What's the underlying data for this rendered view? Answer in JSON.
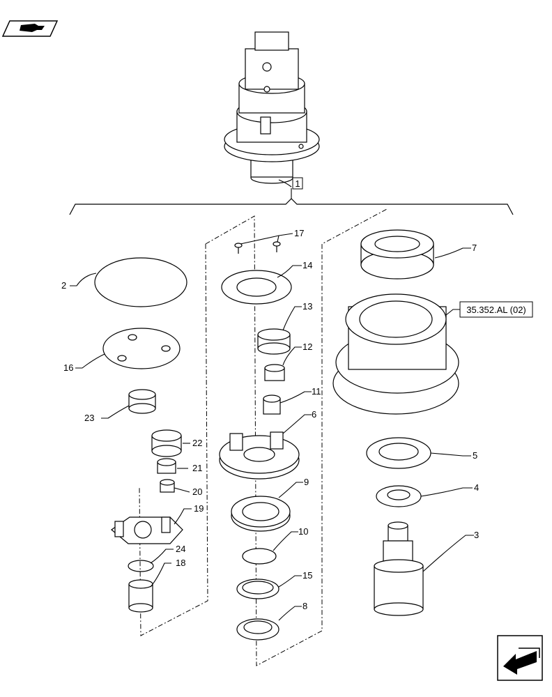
{
  "reference_box": "35.352.AL (02)",
  "callouts": {
    "c1": "1",
    "c2": "2",
    "c3": "3",
    "c4": "4",
    "c5": "5",
    "c6": "6",
    "c7": "7",
    "c8": "8",
    "c9": "9",
    "c10": "10",
    "c11": "11",
    "c12": "12",
    "c13": "13",
    "c14": "14",
    "c15": "15",
    "c16": "16",
    "c17": "17",
    "c18": "18",
    "c19": "19",
    "c20": "20",
    "c21": "21",
    "c22": "22",
    "c23": "23",
    "c24": "24"
  },
  "icons": {
    "top_left": "book-icon",
    "bottom_right": "navigation-arrow-icon"
  }
}
